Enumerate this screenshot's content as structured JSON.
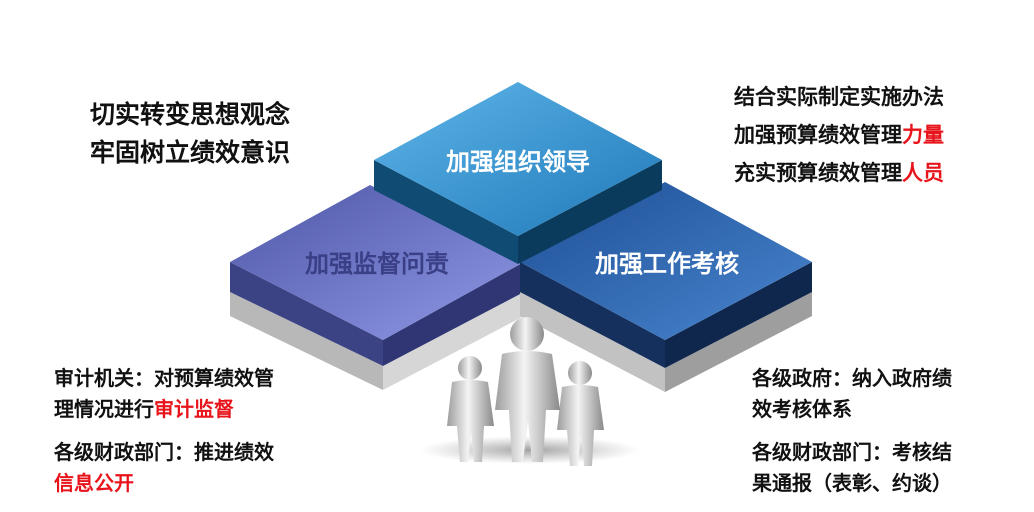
{
  "colors": {
    "top_tile": "#2a8fd0",
    "left_tile": "#6f79cf",
    "right_tile": "#2e67b3",
    "highlight": "#e8141b"
  },
  "tiles": {
    "top": "加强组织领导",
    "left": "加强监督问责",
    "right": "加强工作考核"
  },
  "top_left": {
    "line1": "切实转变思想观念",
    "line2": "牢固树立绩效意识"
  },
  "top_right": {
    "line1": "结合实际制定实施办法",
    "line2_text": "加强预算绩效管理",
    "line2_highlight": "力量",
    "line3_text": "充实预算绩效管理",
    "line3_highlight": "人员"
  },
  "bottom_left": {
    "item1_line1": "审计机关：对预算绩效管",
    "item1_line2_text": "理情况进行",
    "item1_line2_highlight": "审计监督",
    "item2_line1": "各级财政部门：推进绩效",
    "item2_line2_highlight": "信息公开"
  },
  "bottom_right": {
    "item1_line1": "各级政府：纳入政府绩",
    "item1_line2": "效考核体系",
    "item2_line1": "各级财政部门：考核结",
    "item2_line2": "果通报（表彰、约谈）"
  },
  "icons": {
    "people": "people-group-icon"
  }
}
